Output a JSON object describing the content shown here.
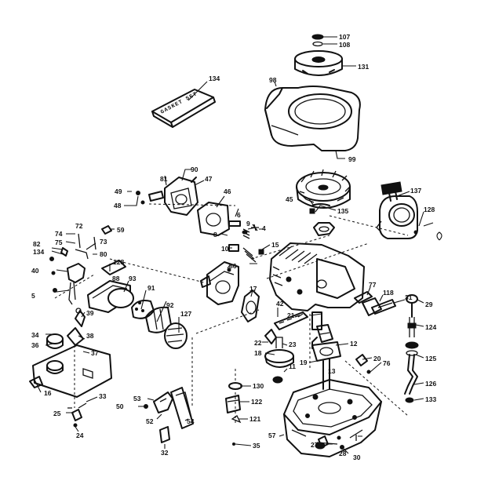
{
  "gasket_set_text": "GASKET SET",
  "callouts": [
    "107",
    "108",
    "131",
    "98",
    "134",
    "99",
    "90",
    "81",
    "47",
    "46",
    "48",
    "49",
    "45",
    "135",
    "137",
    "128",
    "59",
    "72",
    "74",
    "75",
    "73",
    "80",
    "82",
    "134",
    "128",
    "40",
    "5",
    "6",
    "9",
    "4",
    "8",
    "10",
    "15",
    "86",
    "88",
    "93",
    "91",
    "92",
    "127",
    "39",
    "34",
    "36",
    "38",
    "37",
    "16",
    "17",
    "42",
    "21",
    "22",
    "18",
    "23",
    "11",
    "12",
    "13",
    "19",
    "20",
    "76",
    "77",
    "118",
    "31",
    "29",
    "124",
    "125",
    "126",
    "133",
    "130",
    "122",
    "121",
    "35",
    "57",
    "50",
    "53",
    "52",
    "54",
    "32",
    "33",
    "25",
    "24",
    "27",
    "28",
    "30"
  ]
}
